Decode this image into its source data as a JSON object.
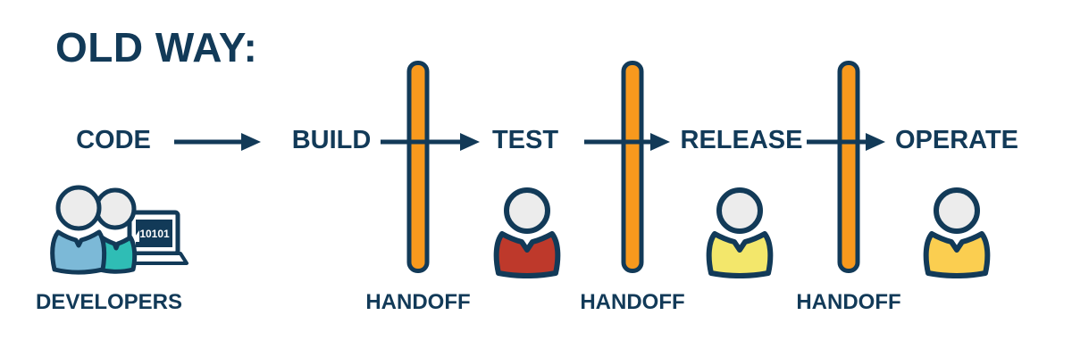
{
  "title": "OLD WAY:",
  "stages": [
    {
      "label": "CODE"
    },
    {
      "label": "BUILD"
    },
    {
      "label": "TEST"
    },
    {
      "label": "RELEASE"
    },
    {
      "label": "OPERATE"
    }
  ],
  "handoffs": [
    {
      "label": "HANDOFF"
    },
    {
      "label": "HANDOFF"
    },
    {
      "label": "HANDOFF"
    }
  ],
  "developers": {
    "label": "DEVELOPERS",
    "laptop_screen_text": "10101"
  },
  "icons": {
    "developers": "two-developers-with-laptop",
    "handoff_barrier": "orange-vertical-bar",
    "tester": "person-red-shirt",
    "releaser": "person-light-yellow-shirt",
    "operator": "person-gold-shirt",
    "flow": "right-arrow"
  },
  "colors": {
    "navy": "#123A58",
    "orange": "#F8991D",
    "head_gray": "#ECECEC",
    "tester_red": "#BE392B",
    "release_yellow": "#F3E76B",
    "operate_gold": "#FBCE50",
    "developer_blue": "#7CB9D7",
    "developer_teal": "#2FBDB5"
  }
}
